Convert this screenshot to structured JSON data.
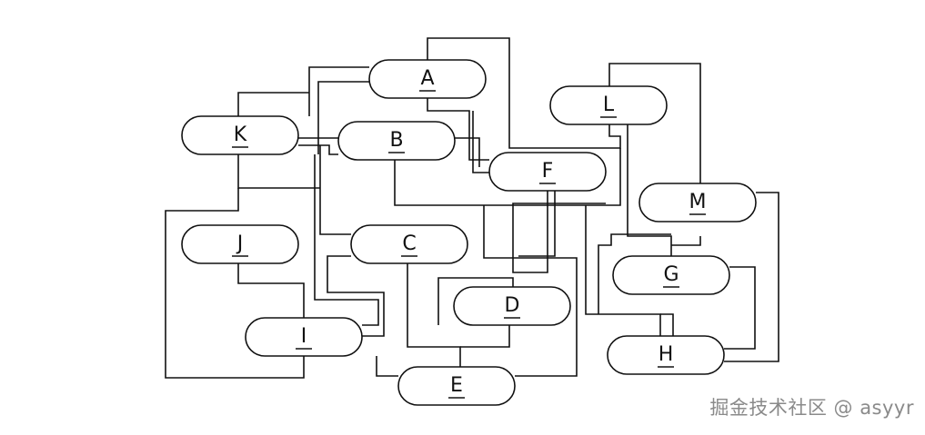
{
  "diagram": {
    "nodes": [
      {
        "id": "A",
        "label": "A"
      },
      {
        "id": "B",
        "label": "B"
      },
      {
        "id": "C",
        "label": "C"
      },
      {
        "id": "D",
        "label": "D"
      },
      {
        "id": "E",
        "label": "E"
      },
      {
        "id": "F",
        "label": "F"
      },
      {
        "id": "G",
        "label": "G"
      },
      {
        "id": "H",
        "label": "H"
      },
      {
        "id": "I",
        "label": "I"
      },
      {
        "id": "J",
        "label": "J"
      },
      {
        "id": "K",
        "label": "K"
      },
      {
        "id": "L",
        "label": "L"
      },
      {
        "id": "M",
        "label": "M"
      }
    ]
  },
  "watermark": {
    "text": "掘金技术社区 @ asyyr"
  }
}
